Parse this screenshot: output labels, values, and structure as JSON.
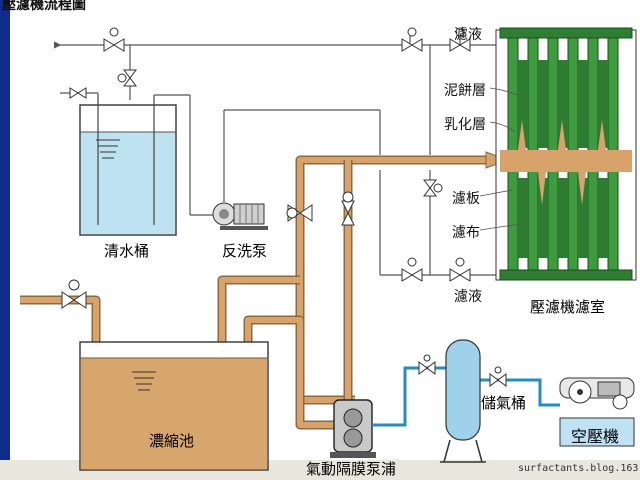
{
  "title": "壓濾機流程圖",
  "labels": {
    "clear_tank": "清水桶",
    "backwash_pump": "反洗泵",
    "thick_tank": "濃縮池",
    "diaphragm_pump": "氣動隔膜泵浦",
    "air_tank": "儲氣桶",
    "compressor": "空壓機",
    "filter_chamber": "壓濾機濾室",
    "filtrate_top": "濾液",
    "cake_layer": "泥餅層",
    "emulsion_layer": "乳化層",
    "filter_plate": "濾板",
    "filter_cloth": "濾布",
    "filtrate_bottom": "濾液"
  },
  "credit": "surfactants.blog.163.com",
  "colors": {
    "sidebar": "#0f2c8c",
    "pipe_slurry": "#d7a36b",
    "slurry_fill": "#d6a66d",
    "clear_water": "#bfe2f3",
    "filter_green": "#3f9b3f",
    "water_line": "#2a8bc0"
  }
}
